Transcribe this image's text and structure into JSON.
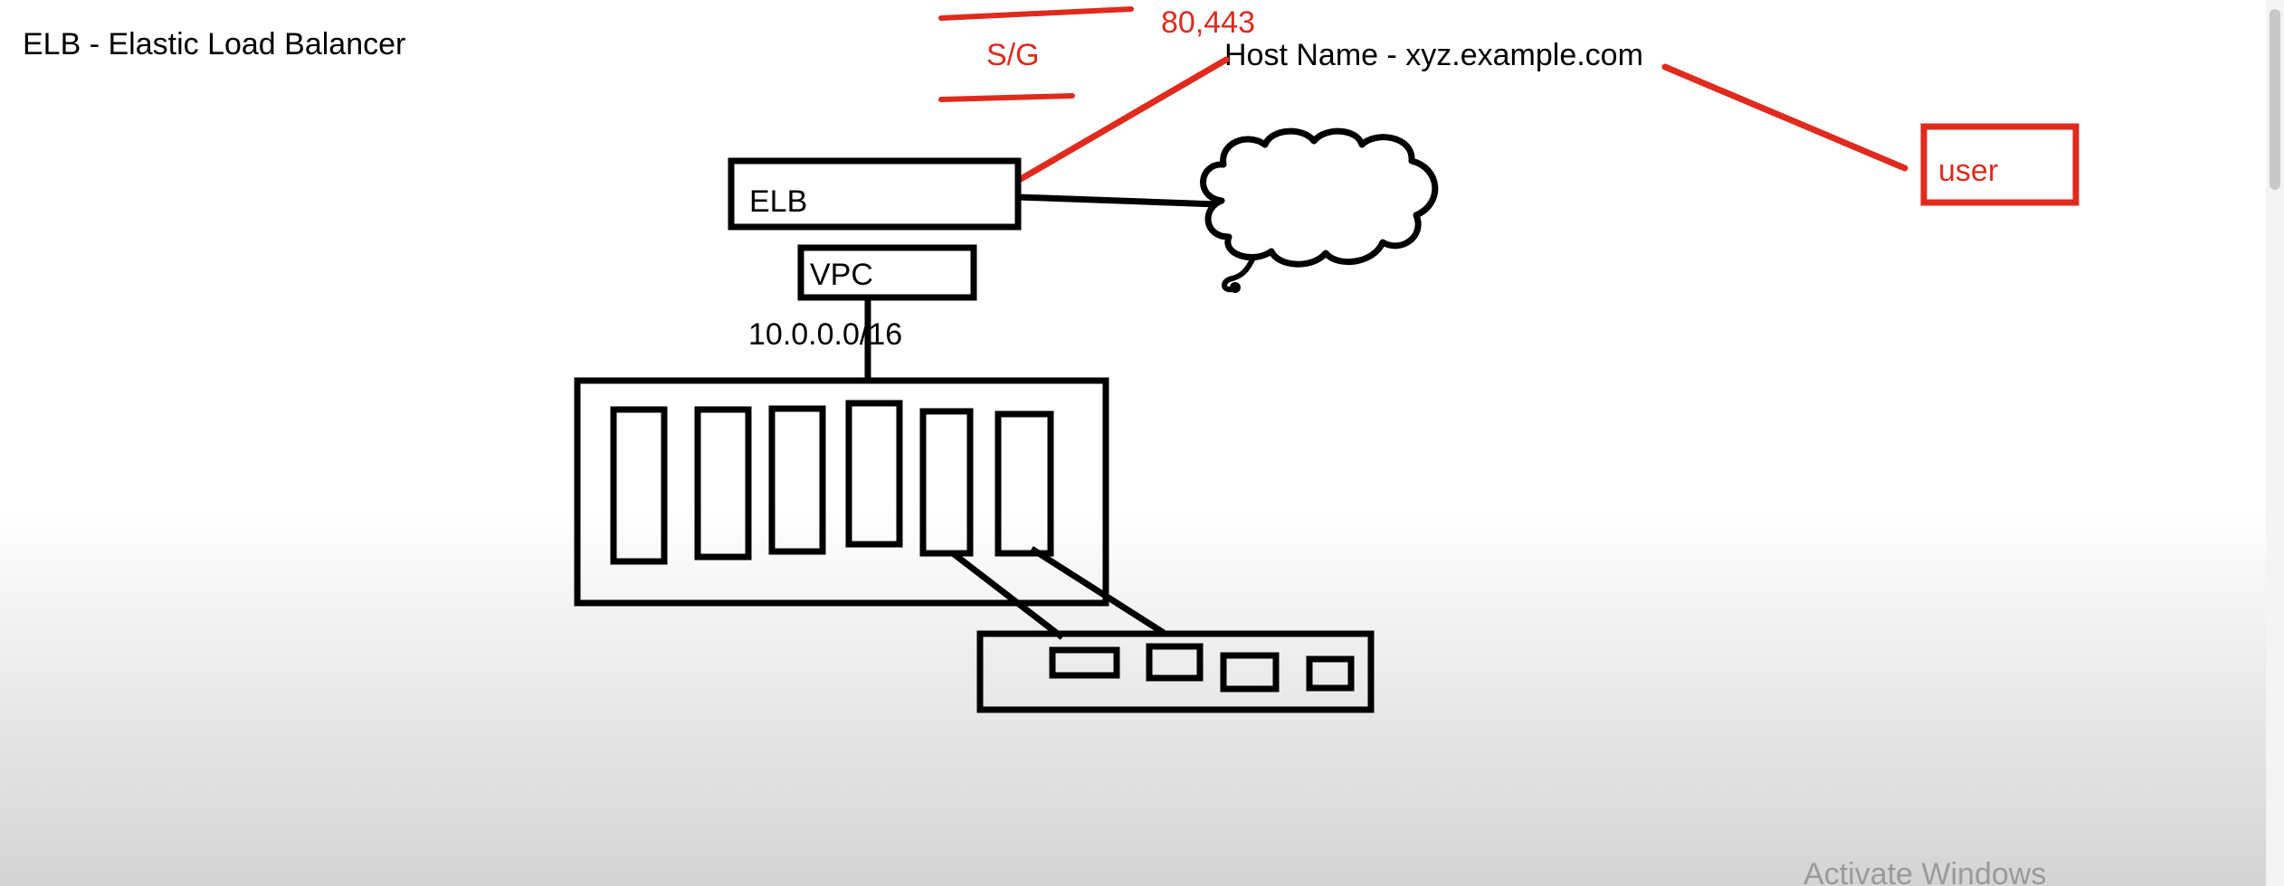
{
  "title": "ELB - Elastic Load Balancer",
  "annotations": {
    "ports": "80,443",
    "security_group": "S/G",
    "host_name": "Host Name - xyz.example.com",
    "user": "user"
  },
  "nodes": {
    "elb": "ELB",
    "vpc": "VPC",
    "cidr": "10.0.0.0/16"
  },
  "watermark": "Activate Windows",
  "colors": {
    "ink": "#000000",
    "annotation": "#e02a1e",
    "watermark": "#9a9a9a"
  }
}
